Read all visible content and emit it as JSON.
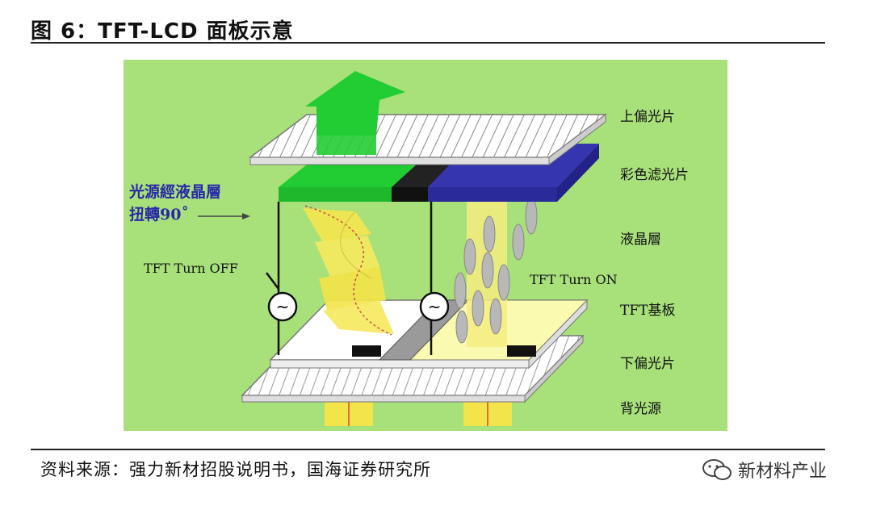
{
  "figure": {
    "title": "图 6：TFT-LCD 面板示意"
  },
  "layers": {
    "upper_polarizer": "上偏光片",
    "color_filter": "彩色滤光片",
    "liquid_crystal": "液晶層",
    "tft_substrate": "TFT基板",
    "lower_polarizer": "下偏光片",
    "backlight": "背光源"
  },
  "annotations": {
    "twist_line1": "光源經液晶層",
    "twist_line2": "扭轉90˚",
    "tft_off": "TFT Turn OFF",
    "tft_on": "TFT Turn ON",
    "ac_symbol": "~"
  },
  "footer": {
    "source": "资料来源：强力新材招股说明书，国海证券研究所",
    "watermark": "新材料产业"
  },
  "colors": {
    "panel_background": "#a8e07a",
    "green_light": "#22cc33",
    "blue_filter": "#2a2a9a",
    "yellow_light": "#f4ec80",
    "lc_grey": "#b8b8b8",
    "title_blue": "#2a2aa8"
  }
}
